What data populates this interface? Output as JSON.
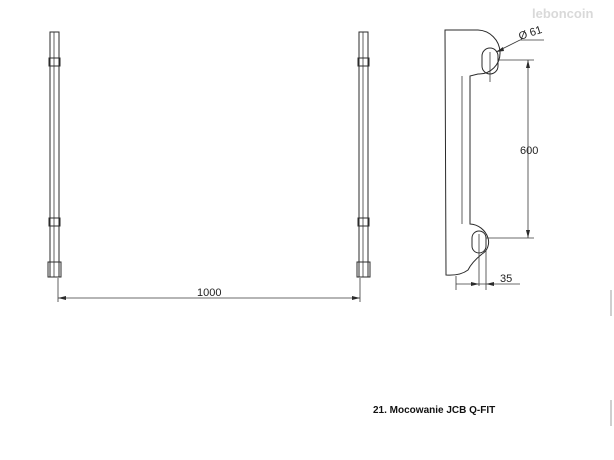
{
  "watermark": "leboncoin",
  "dimensions": {
    "width": "1000",
    "hole_diameter": "Ø 61",
    "hole_spacing": "600",
    "offset": "35"
  },
  "caption": "21. Mocowanie JCB Q-FIT"
}
